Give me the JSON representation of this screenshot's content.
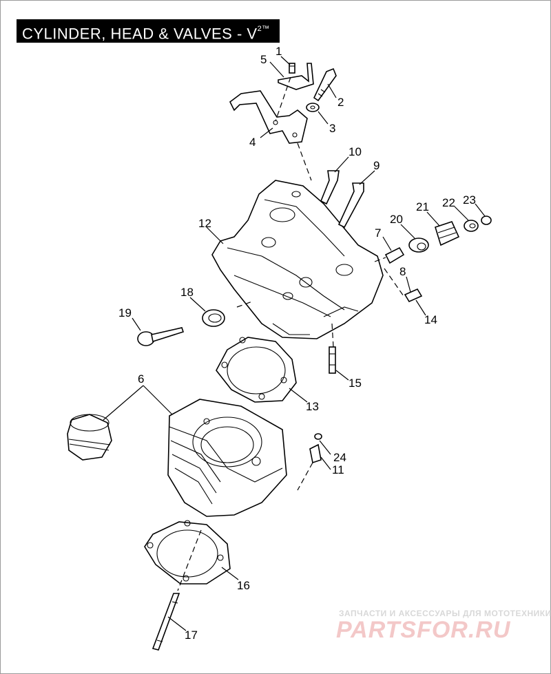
{
  "title": {
    "text": "CYLINDER, HEAD & VALVES - V",
    "superscript": "2™"
  },
  "callouts": [
    "1",
    "2",
    "3",
    "4",
    "5",
    "6",
    "7",
    "8",
    "9",
    "10",
    "11",
    "12",
    "13",
    "14",
    "15",
    "16",
    "17",
    "18",
    "19",
    "20",
    "21",
    "22",
    "23",
    "24"
  ],
  "watermark": {
    "line1": "ЗАПЧАСТИ И АКСЕССУАРЫ ДЛЯ МОТОТЕХНИКИ",
    "logo": "PARTSFOR.RU",
    "color": "#e02020"
  }
}
